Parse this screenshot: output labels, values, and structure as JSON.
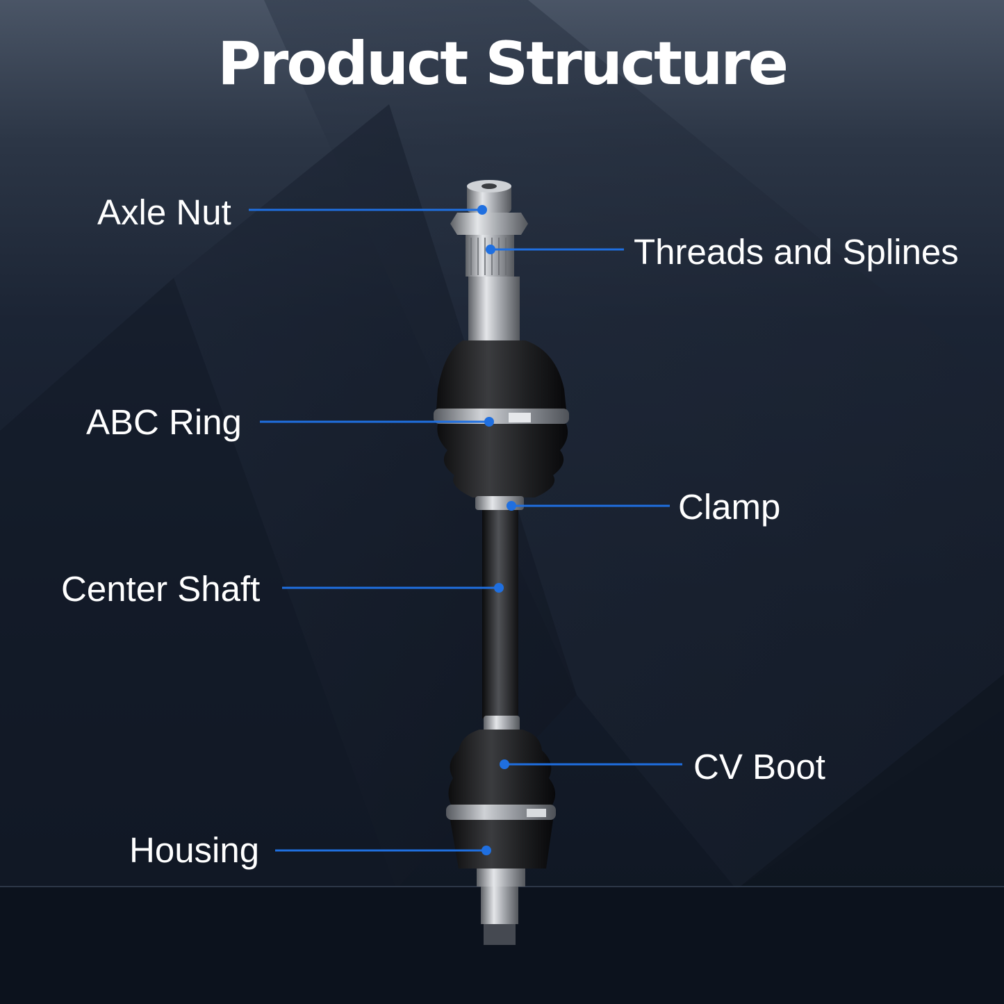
{
  "title": "Product Structure",
  "colors": {
    "leader": "#1f6fe0",
    "background": "#151d2b",
    "text": "#ffffff"
  },
  "labels": {
    "axle_nut": "Axle Nut",
    "threads_and_splines": "Threads and Splines",
    "abc_ring": "ABC Ring",
    "clamp": "Clamp",
    "center_shaft": "Center Shaft",
    "cv_boot": "CV Boot",
    "housing": "Housing"
  }
}
